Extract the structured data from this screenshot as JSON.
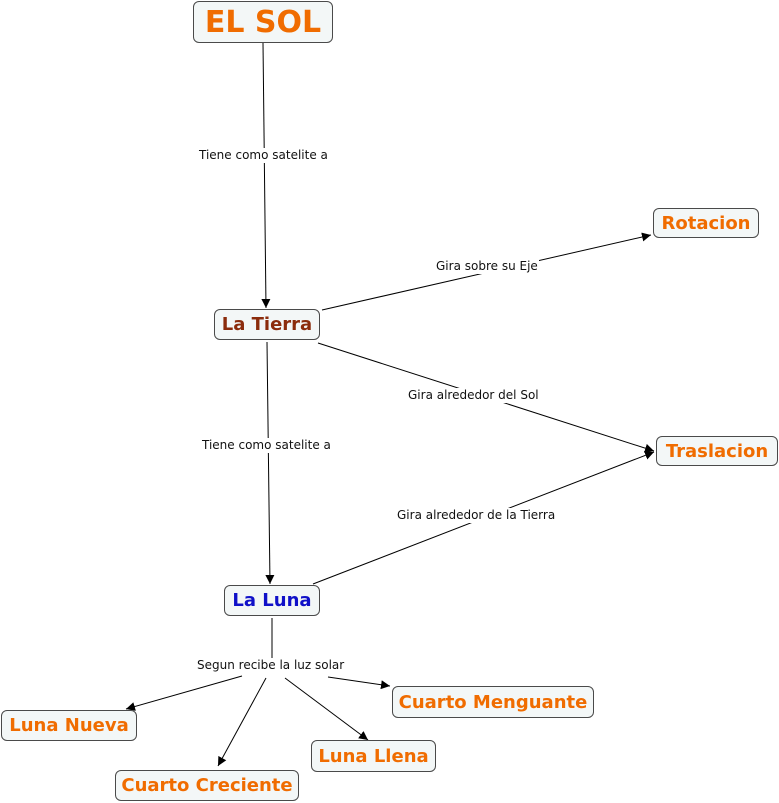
{
  "nodes": {
    "sol": "EL SOL",
    "tierra": "La Tierra",
    "rotacion": "Rotacion",
    "traslacion": "Traslacion",
    "luna": "La Luna",
    "luna_nueva": "Luna Nueva",
    "cuarto_menguante": "Cuarto Menguante",
    "luna_llena": "Luna Llena",
    "cuarto_creciente": "Cuarto Creciente"
  },
  "links": {
    "sol_tierra": "Tiene como satelite a",
    "tierra_rotacion": "Gira sobre su Eje",
    "tierra_traslacion": "Gira alrededor del Sol",
    "tierra_luna": "Tiene como satelite a",
    "luna_traslacion": "Gira alrededor de la Tierra",
    "luna_fases": "Segun recibe la luz solar"
  },
  "colors": {
    "concept_text": "#f06c00",
    "tierra_text": "#8b2c0c",
    "luna_text": "#1010c8",
    "node_fill": "#f3f7f7",
    "node_border": "#4a4a4a"
  }
}
